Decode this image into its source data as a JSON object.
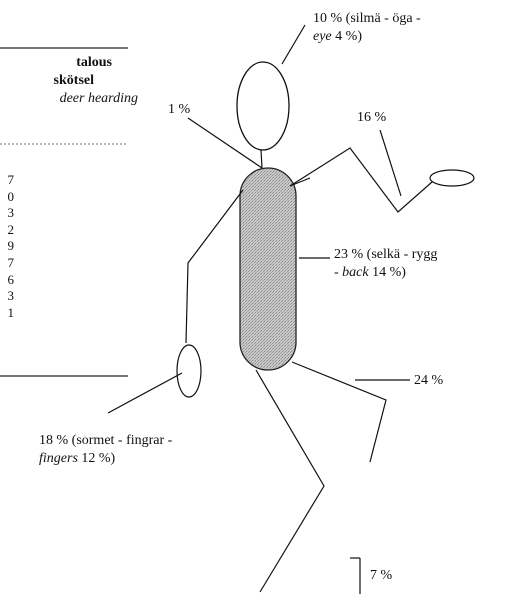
{
  "table": {
    "header_lines": [
      "talous",
      "skötsel",
      "deer hearding"
    ],
    "values": [
      "7",
      "0",
      "3",
      "2",
      "9",
      "7",
      "6",
      "3",
      "1"
    ]
  },
  "labels": {
    "head": {
      "line1": "10 % (silmä - öga -",
      "line2_italic": "eye",
      "line2_rest": " 4 %)"
    },
    "neck": "1 %",
    "arm_right": "16 %",
    "back": {
      "line1": "23 % (selkä - rygg",
      "line2_pre": "- ",
      "line2_italic": "back",
      "line2_rest": " 14 %)"
    },
    "legs": "24 %",
    "fingers": {
      "line1": "18 % (sormet - fingrar -",
      "line2_italic": "fingers",
      "line2_rest": " 12 %)"
    },
    "foot": "7 %"
  }
}
